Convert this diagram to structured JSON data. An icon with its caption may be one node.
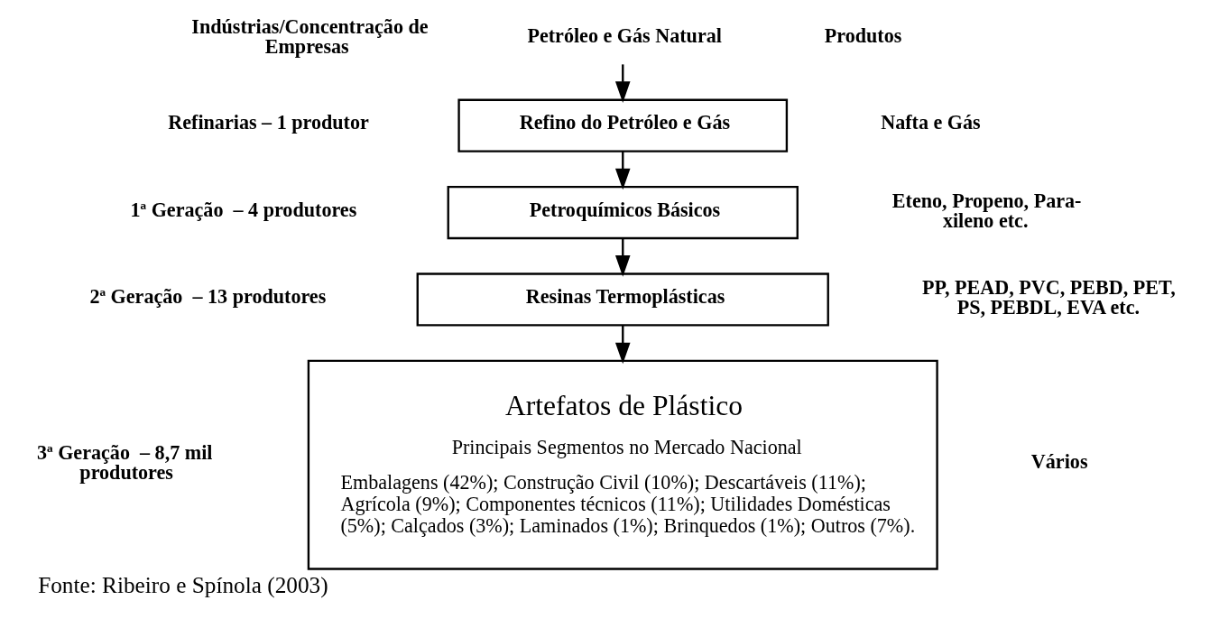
{
  "diagram": {
    "caption": "Fonte: Ribeiro e Spínola (2003)",
    "nodes": [
      {
        "text": [
          "Petróleo e Gás Natural"
        ]
      },
      {
        "text": [
          "Refino do Petróleo e Gás"
        ]
      },
      {
        "text": [
          "Petroquímicos Básicos"
        ]
      },
      {
        "text": [
          "Resinas Termoplásticas"
        ]
      },
      {
        "text": [
          "Artefatos de Plástico",
          "Principais Segmentos no Mercado Nacional",
          "Embalagens (42%); Construção Civil (10%); Descartáveis (11%); Agrícola (9%); Componentes técnicos (11%); Utilidades Domésticas (5%); Calçados (3%); Laminados (1%); Brinquedos (1%); Outros (7%)."
        ]
      }
    ],
    "edges": [
      {
        "from": 0,
        "to": 1,
        "arrow": "to"
      },
      {
        "from": 1,
        "to": 2,
        "arrow": "to"
      },
      {
        "from": 2,
        "to": 3,
        "arrow": "to"
      },
      {
        "from": 3,
        "to": 4,
        "arrow": "to"
      }
    ],
    "labels": [
      "Indústrias/Concentração de Empresas",
      "Produtos",
      "Refinarias – 1 produtor",
      "Nafta e Gás",
      "1ª Geração  – 4 produtores",
      "Eteno, Propeno, Para-xileno etc.",
      "2ª Geração  – 13 produtores",
      "PP, PEAD, PVC, PEBD, PET, PS, PEBDL, EVA etc.",
      "3ª Geração  – 8,7 mil  produtores",
      "Vários"
    ]
  }
}
